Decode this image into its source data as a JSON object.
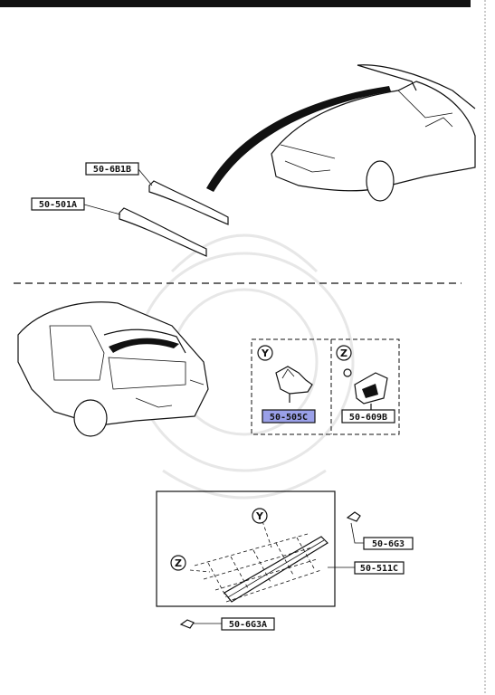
{
  "callouts": {
    "c1": "50-6B1B",
    "c2": "50-501A",
    "c3": "50-505C",
    "c4": "50-609B",
    "c5": "50-6G3",
    "c6": "50-511C",
    "c7": "50-6G3A"
  },
  "views": {
    "y1": "Y",
    "z1": "Z",
    "y2": "Y",
    "z2": "Z"
  },
  "colors": {
    "highlight": "#9aa0e8",
    "ink": "#111111"
  }
}
